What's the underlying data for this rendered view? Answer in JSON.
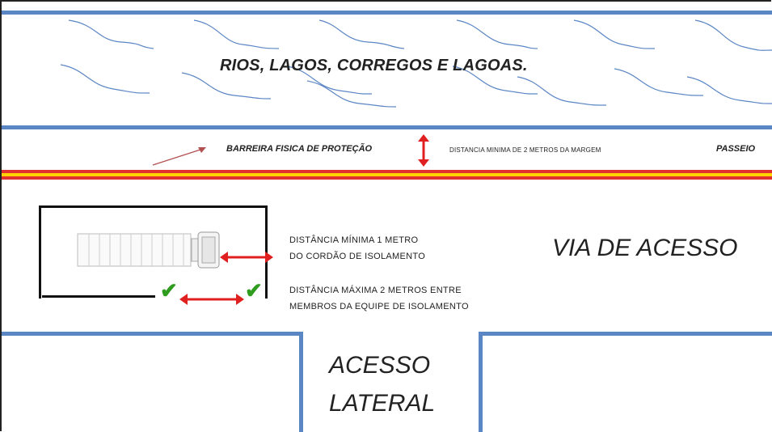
{
  "title": "RIOS, LAGOS, CORREGOS E LAGOAS.",
  "barrier_label": "BARREIRA FISICA DE PROTEÇÃO",
  "distance_margin_label": "DISTANCIA MINIMA DE 2 METROS DA MARGEM",
  "passeio_label": "PASSEIO",
  "road_label": "VIA DE ACESSO",
  "distance_cordon": {
    "line1": "DISTÂNCIA MÍNIMA 1 METRO",
    "line2": "DO CORDÃO DE ISOLAMENTO"
  },
  "distance_team": {
    "line1": "DISTÂNCIA MÁXIMA 2 METROS ENTRE",
    "line2": "MEMBROS DA EQUIPE DE ISOLAMENTO"
  },
  "side_access": {
    "line1": "ACESSO",
    "line2": "LATERAL"
  },
  "colors": {
    "blue_lines": "#5b86c4",
    "arrows": "#e02020",
    "stripe_red": "#e03030",
    "stripe_yellow": "#ffd400",
    "person": "#2f9b1f"
  },
  "icons": [
    "wave-icon",
    "truck-icon",
    "person-checkmark-icon"
  ]
}
